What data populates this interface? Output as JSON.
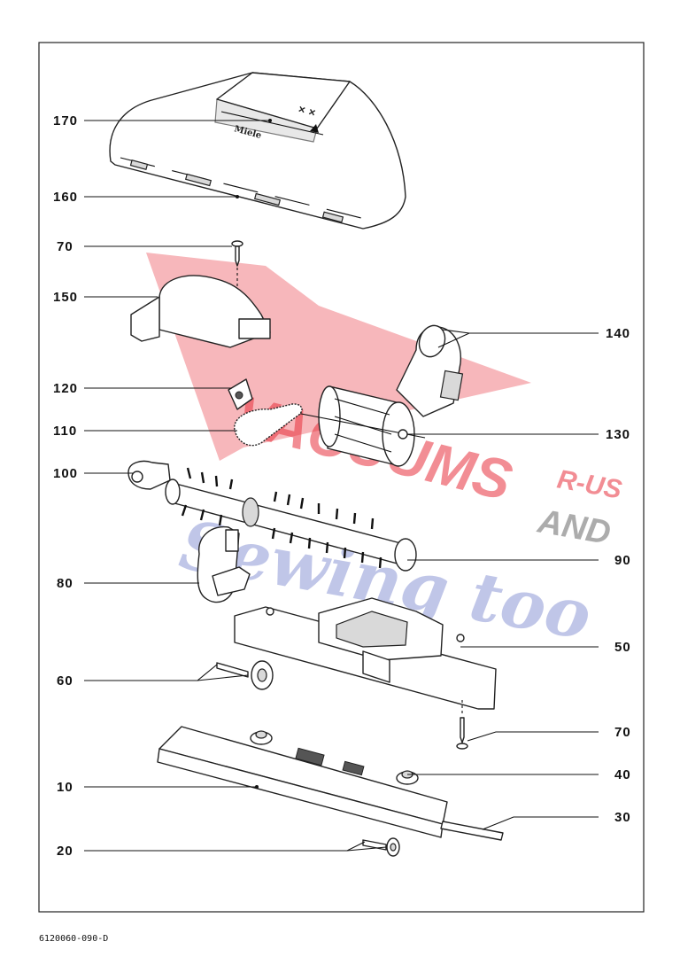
{
  "diagram": {
    "part_labels": [
      "170",
      "160",
      "70",
      "150",
      "140",
      "120",
      "110",
      "130",
      "100",
      "90",
      "80",
      "50",
      "60",
      "70",
      "40",
      "10",
      "30",
      "20"
    ],
    "part_lettering": {
      "brand": "Miele",
      "symbols": "✕ ✕"
    },
    "watermark": {
      "line1": "VACUUMS",
      "line2": "R-US",
      "line3": "AND",
      "line4": "Sewing too"
    },
    "document_number": "6120060-090-D"
  }
}
